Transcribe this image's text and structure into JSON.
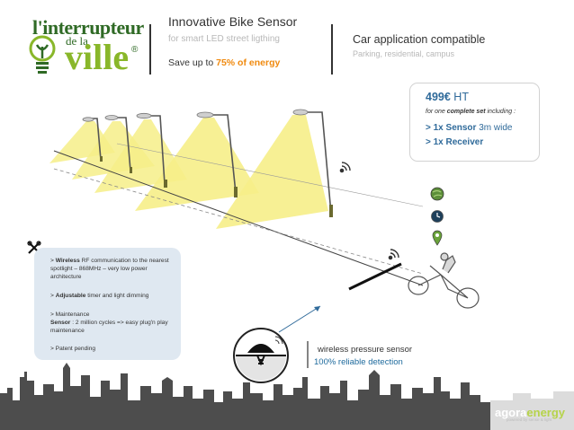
{
  "logo": {
    "line1": "l'interrupteur",
    "line2": "de la",
    "line3": "ville",
    "reg": "®"
  },
  "header": {
    "title": "Innovative Bike Sensor",
    "subtitle": "for smart LED street ligthing",
    "save_prefix": "Save up to ",
    "save_highlight": "75% of energy"
  },
  "compat": {
    "title": "Car application compatible",
    "subtitle": "Parking, residential, campus"
  },
  "price": {
    "amount": "499€",
    "suffix": " HT",
    "note_prefix": "for one ",
    "note_bold": "complete set",
    "note_suffix": " including :",
    "item1_bold": "> 1x Sensor",
    "item1_rest": " 3m wide",
    "item2_bold": "> 1x Receiver"
  },
  "features": {
    "f1_prefix": "> ",
    "f1_bold": "Wireless",
    "f1_rest": " RF communication to the nearest spotlight – 868MHz – very low power architecture",
    "f2_prefix": ">  ",
    "f2_bold": "Adjustable",
    "f2_rest": " timer and light dimming",
    "f3": ">  Maintenance",
    "f4_bold": "Sensor",
    "f4_rest": " : 2 million cycles => easy plug'n play maintenance",
    "f5": "> Patent pending"
  },
  "sensor": {
    "title": "wireless pressure sensor",
    "subtitle": "100% reliable detection"
  },
  "footer": {
    "brand_a": "agora",
    "brand_b": "energy",
    "tagline": "powered by sense & light"
  },
  "colors": {
    "logo_dark": "#2f6a25",
    "logo_light": "#89b72a",
    "accent_orange": "#f08a0f",
    "accent_blue": "#2f6a9a",
    "light_beam": "#f6ee88",
    "skyline": "#4d4d4d",
    "panel": "#dfe8f1"
  },
  "icons": {
    "settings": "gear-wrench-icon",
    "globe": "globe-icon",
    "clock": "clock-icon",
    "location": "location-pin-icon",
    "wireless": "wireless-signal-icon"
  }
}
